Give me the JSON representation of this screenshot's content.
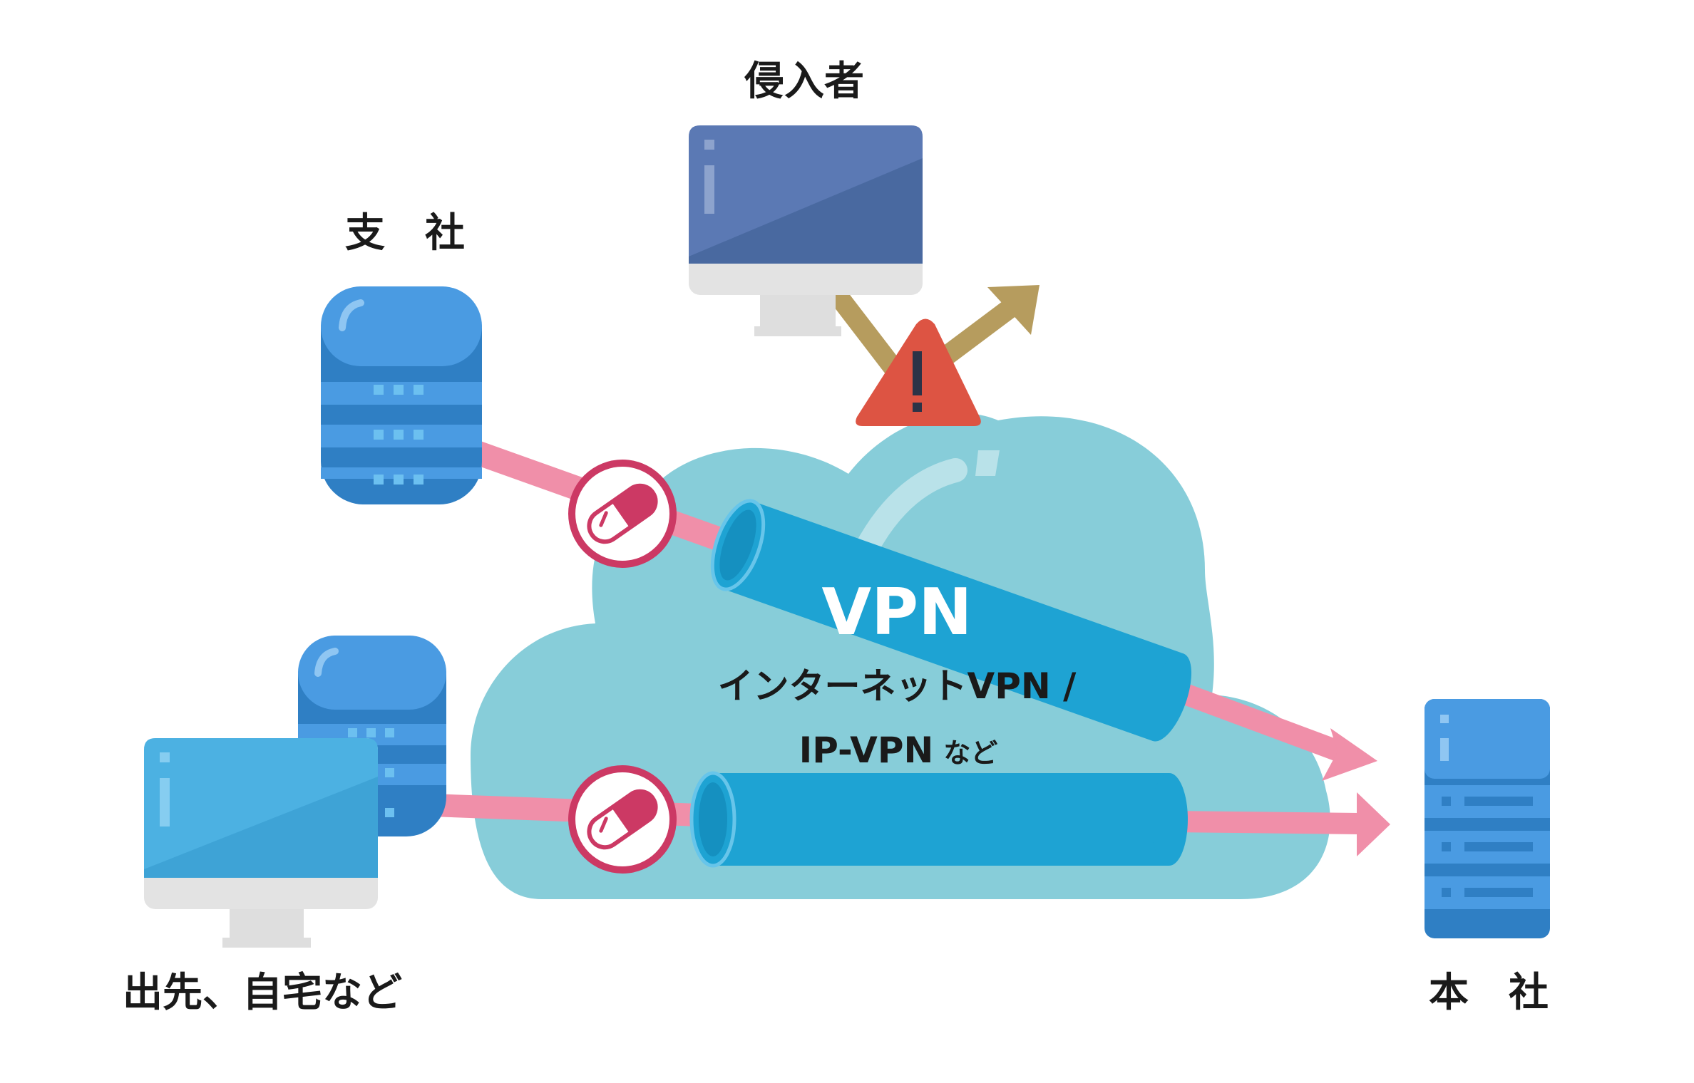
{
  "labels": {
    "intruder": "侵入者",
    "branch": "支　社",
    "remote": "出先、自宅など",
    "hq": "本　社"
  },
  "vpn": {
    "title": "VPN",
    "line1": "インターネットVPN /",
    "line2_main": "IP-VPN",
    "line2_suffix": "など"
  },
  "icons": {
    "intruder_pc": "desktop-monitor-icon",
    "branch_server": "database-server-icon",
    "remote_server": "database-server-icon",
    "remote_pc": "desktop-monitor-icon",
    "hq_server": "tower-server-icon",
    "warning": "warning-triangle-icon",
    "encryption": "capsule-icon",
    "cloud": "cloud-icon"
  },
  "colors": {
    "cloud": "#87cdd9",
    "tunnel": "#1ea3d3",
    "data_flow": "#f08fa9",
    "capsule_ring": "#cc3964",
    "intruder_arrow": "#b69c5e",
    "warning": "#dd5443",
    "server_blue": "#4098e0",
    "intruder_screen": "#5b79b4",
    "remote_screen": "#4cb1e2"
  }
}
